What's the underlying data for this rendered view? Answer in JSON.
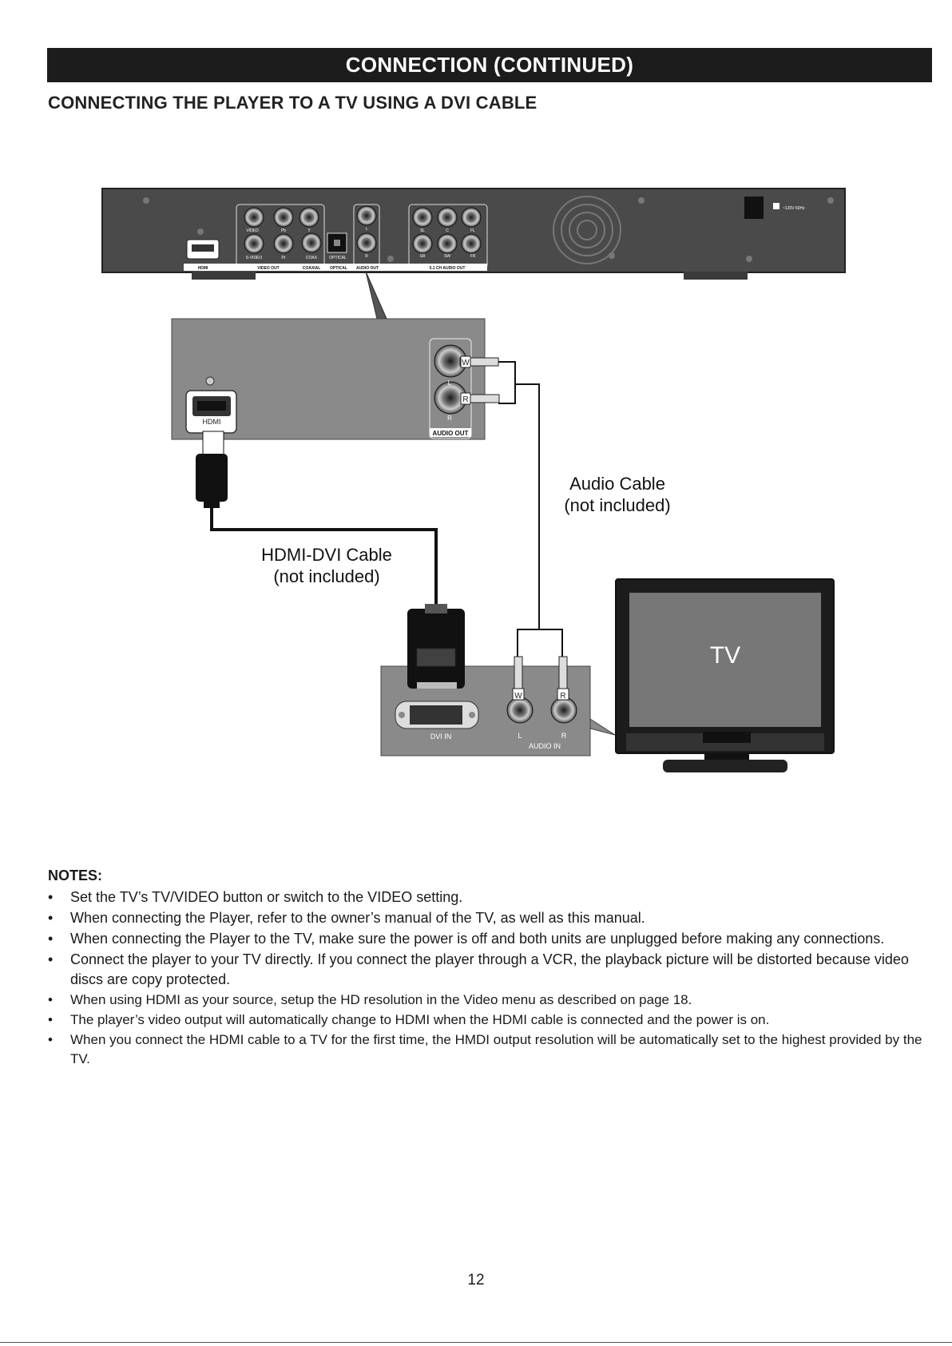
{
  "header": {
    "title": "CONNECTION (CONTINUED)"
  },
  "section": {
    "title": "CONNECTING THE PLAYER TO A TV USING A DVI CABLE"
  },
  "diagram": {
    "player_labels": {
      "hdmi": "HDMI",
      "video_out": "VIDEO OUT",
      "coaxial": "COAXIAL",
      "optical": "OPTICAL",
      "audio_out": "AUDIO OUT",
      "ch_audio_out": "5.1 CH AUDIO OUT",
      "video": "VIDEO",
      "pb": "Pb",
      "y": "Y",
      "s_video": "S-VIDEO",
      "pr": "Pr",
      "coax": "COAX",
      "l": "L",
      "r": "R",
      "sl": "SL",
      "c": "C",
      "fl": "FL",
      "sr": "SR",
      "sw": "SW",
      "fr": "FR",
      "power": "~120V 60Hz"
    },
    "zoom_labels": {
      "hdmi": "HDMI",
      "audio_out": "AUDIO OUT",
      "l": "L",
      "r": "R",
      "w": "W",
      "red": "R"
    },
    "audio_cable_label": [
      "Audio Cable",
      "(not included)"
    ],
    "hdmi_dvi_cable_label": [
      "HDMI-DVI Cable",
      "(not included)"
    ],
    "tv_panel_labels": {
      "dvi_in": "DVI IN",
      "l": "L",
      "r": "R",
      "audio_in": "AUDIO IN",
      "w": "W",
      "red": "R"
    },
    "tv_label": "TV"
  },
  "notes": {
    "heading": "NOTES:",
    "bullet": "•",
    "items": [
      "Set the TV’s TV/VIDEO button or switch to the VIDEO setting.",
      "When connecting the Player, refer to the owner’s manual of the TV, as well as this manual.",
      "When connecting the Player to the TV, make sure the power is off and both units are unplugged before making any connections.",
      "Connect the player to your TV directly. If you connect the player through a VCR, the playback picture will be distorted because video discs are copy protected.",
      "When using HDMI as your source, setup the HD resolution in the Video menu as described on page 18.",
      "The player’s video output will automatically change to HDMI when the HDMI cable is connected and the power is on.",
      "When you connect the HDMI cable to a TV for the first time, the HMDI output resolution will be automatically set to the highest provided by the TV."
    ]
  },
  "footer": {
    "page_number": "12"
  }
}
